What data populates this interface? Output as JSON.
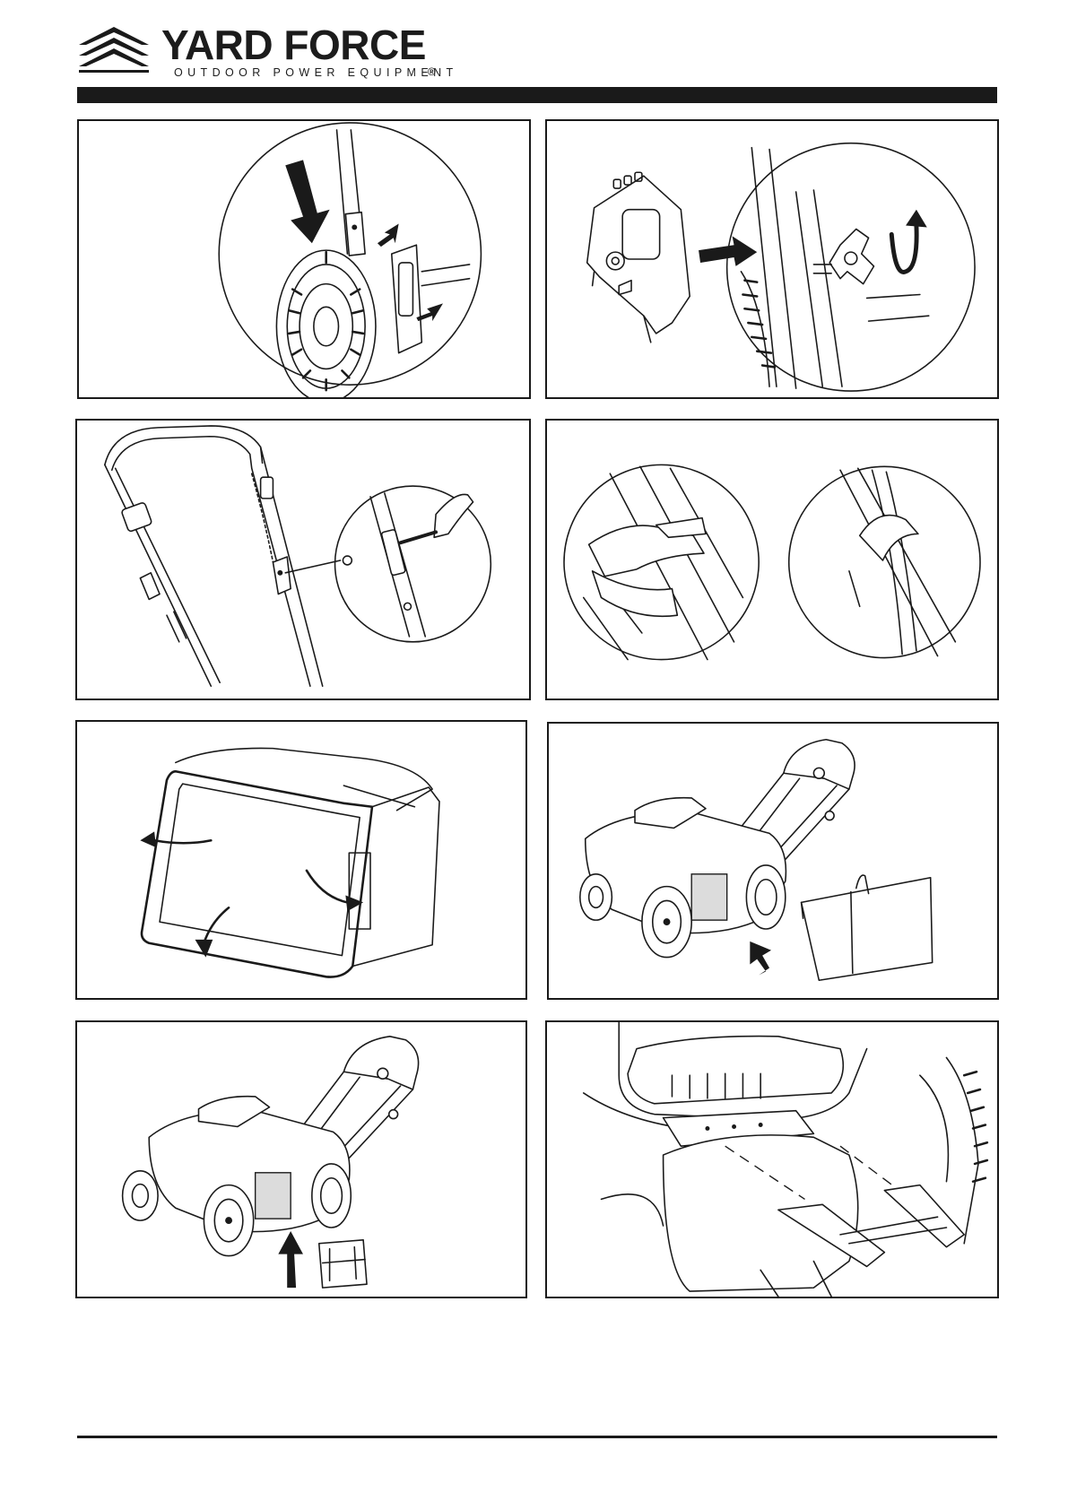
{
  "brand": {
    "name": "YARD FORCE",
    "registered": "®",
    "tagline": "OUTDOOR POWER EQUIPMENT"
  },
  "icons": [
    "yard-force-chevron-logo",
    "down-arrow-icon",
    "right-arrow-icon",
    "up-arrow-icon",
    "rotate-arrow-icon"
  ],
  "colors": {
    "ink": "#1a1a1a",
    "paper": "#ffffff"
  }
}
